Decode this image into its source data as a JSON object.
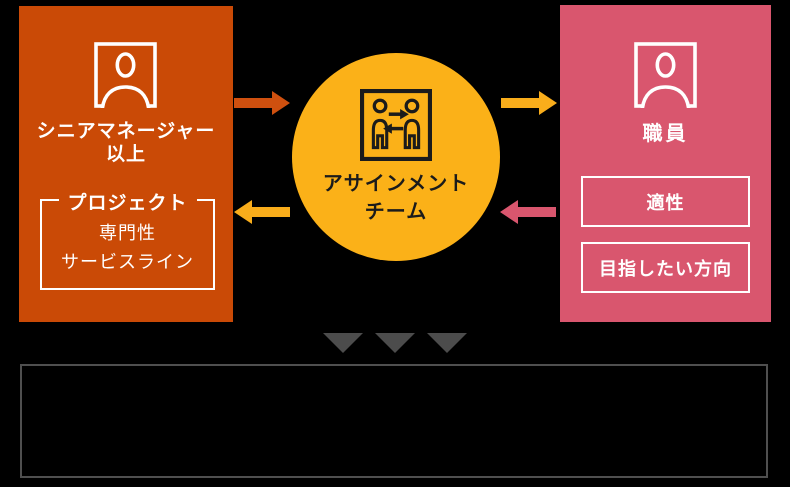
{
  "diagram": {
    "left_box": {
      "title_line1": "シニアマネージャー",
      "title_line2": "以上",
      "group_label": "プロジェクト",
      "items": [
        "専門性",
        "サービスライン"
      ]
    },
    "center_circle": {
      "title_line1": "アサインメント",
      "title_line2": "チーム"
    },
    "right_box": {
      "title": "職員",
      "items": [
        "適性",
        "目指したい方向"
      ]
    }
  },
  "icons": {
    "left_box": "person-frame-icon",
    "center_circle": "people-exchange-icon",
    "right_box": "person-frame-icon",
    "below_circle": "triple-down-triangle-icons"
  },
  "colors": {
    "background": "#000000",
    "left_box": "#CA4A06",
    "center_circle": "#FBB118",
    "right_box": "#D9566E",
    "arrow_orange": "#CF500F",
    "arrow_yellow": "#F9AD1B",
    "arrow_pink": "#D9566E",
    "triangle_gray": "#4C4C4C",
    "footer_border": "#4F4F4F",
    "box_text": "#FFFFFF",
    "circle_text": "#1B1B1B"
  }
}
